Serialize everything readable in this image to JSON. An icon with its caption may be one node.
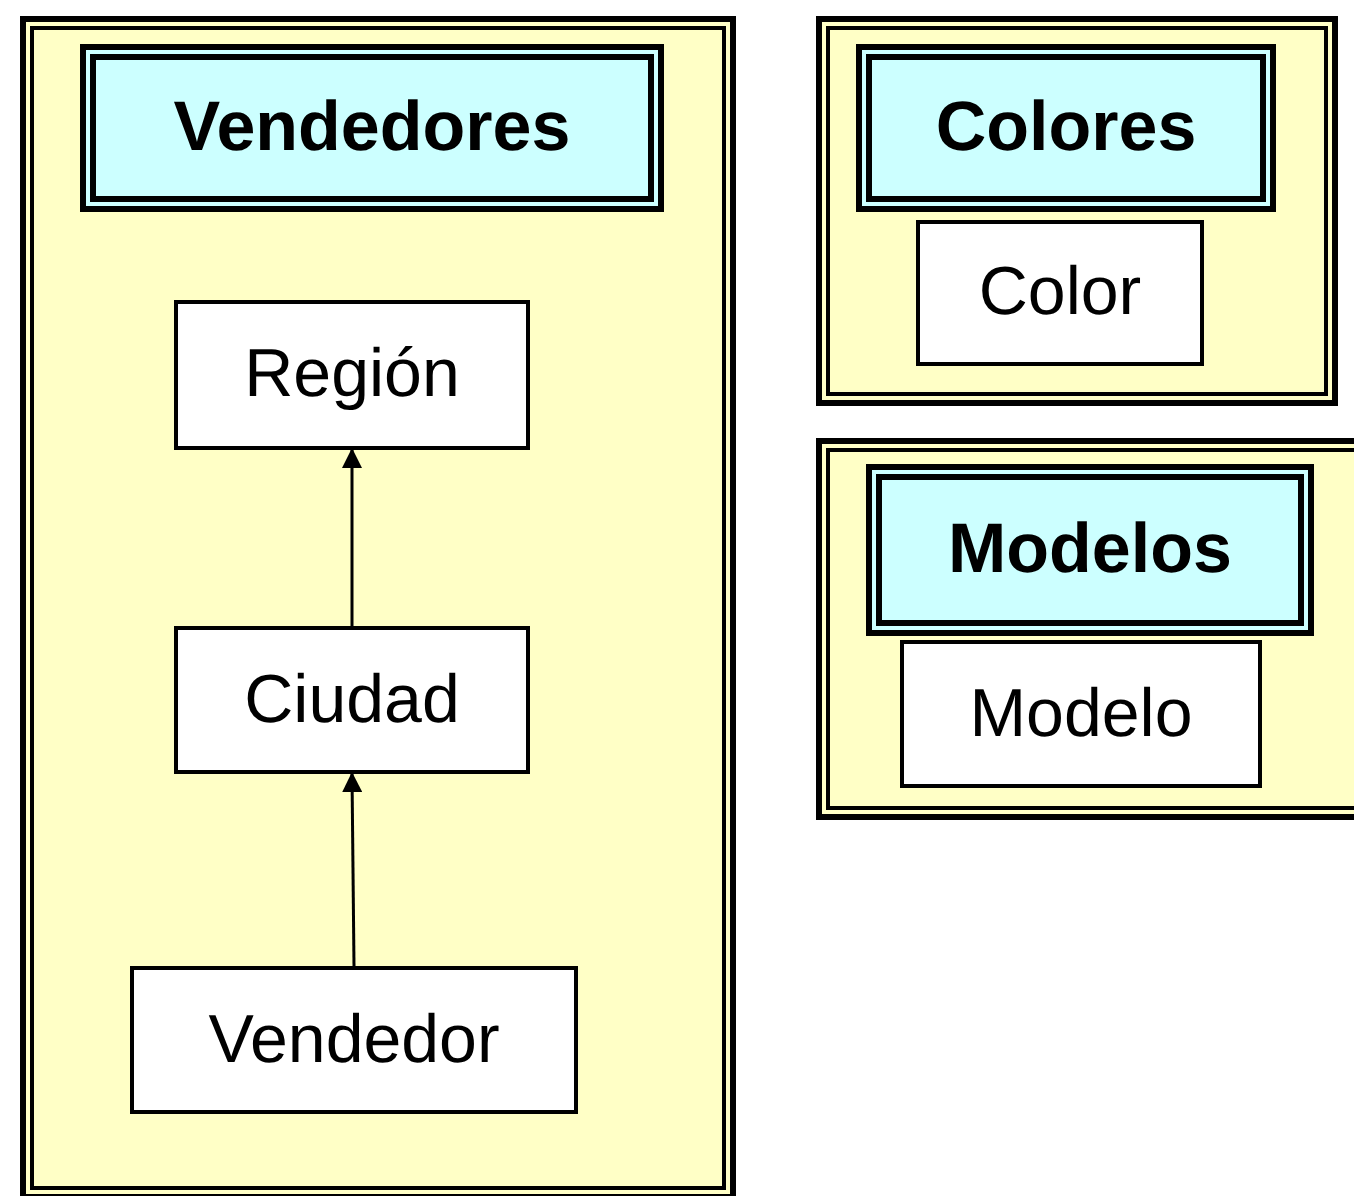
{
  "diagram": {
    "nodes": [
      {
        "text": [],
        "shape": "box"
      },
      {
        "text": [
          "Vendedores"
        ],
        "in": 0
      },
      {
        "text": [
          "Región"
        ],
        "in": 0
      },
      {
        "text": [
          "Ciudad"
        ],
        "in": 0
      },
      {
        "text": [
          "Vendedor"
        ],
        "in": 0
      },
      {
        "text": [],
        "shape": "box"
      },
      {
        "text": [
          "Colores"
        ],
        "in": 5
      },
      {
        "text": [
          "Color"
        ],
        "in": 5
      },
      {
        "text": [],
        "shape": "box"
      },
      {
        "text": [
          "Modelos"
        ],
        "in": 8
      },
      {
        "text": [
          "Modelo"
        ],
        "in": 8
      }
    ],
    "edges": [
      {
        "from": 3,
        "to": 2,
        "arrow": "to"
      },
      {
        "from": 4,
        "to": 3,
        "arrow": "to"
      }
    ]
  }
}
